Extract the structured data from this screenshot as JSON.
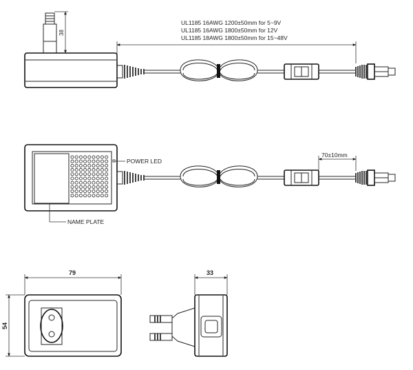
{
  "cable_specs": [
    "UL1185 16AWG 1200±50mm for 5~9V",
    "UL1185 16AWG 1800±50mm for 12V",
    "UL1185 18AWG 1800±50mm for 15~48V"
  ],
  "pin_height": "38",
  "power_led_label": "POWER LED",
  "name_plate_label": "NAME PLATE",
  "ferrite_distance": "70±10mm",
  "width_dim": "79",
  "height_dim": "54",
  "depth_dim": "33"
}
